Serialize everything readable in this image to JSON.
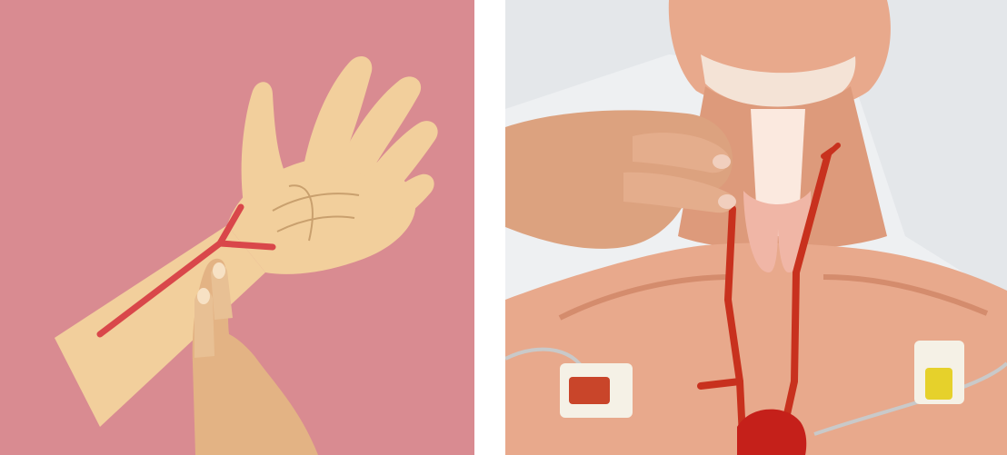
{
  "panels": [
    {
      "id": "wrist-pulse-illustration",
      "style": "flat illustration",
      "colors": {
        "background": "#d98b91",
        "skin": "#f2cf9c",
        "skin_shadow": "#e7b987",
        "palm_line": "#c9a06e",
        "artery": "#d9474a",
        "pointing_hand": "#e3b384"
      }
    },
    {
      "id": "neck-pulse-photo",
      "style": "photograph with overlay",
      "colors": {
        "background": "#eef0f2",
        "skin": "#e8a98c",
        "skin_shadow": "#d48c6d",
        "artery": "#c8311e",
        "trachea_overlay": "#fbe9df",
        "thyroid_overlay": "#f0b6a6",
        "heart": "#c5201a",
        "electrode_pad": "#f5f1e6",
        "electrode_clip_left": "#c9452a",
        "electrode_clip_right": "#e6d12b",
        "lead_wire": "#c9c9c9"
      }
    }
  ]
}
